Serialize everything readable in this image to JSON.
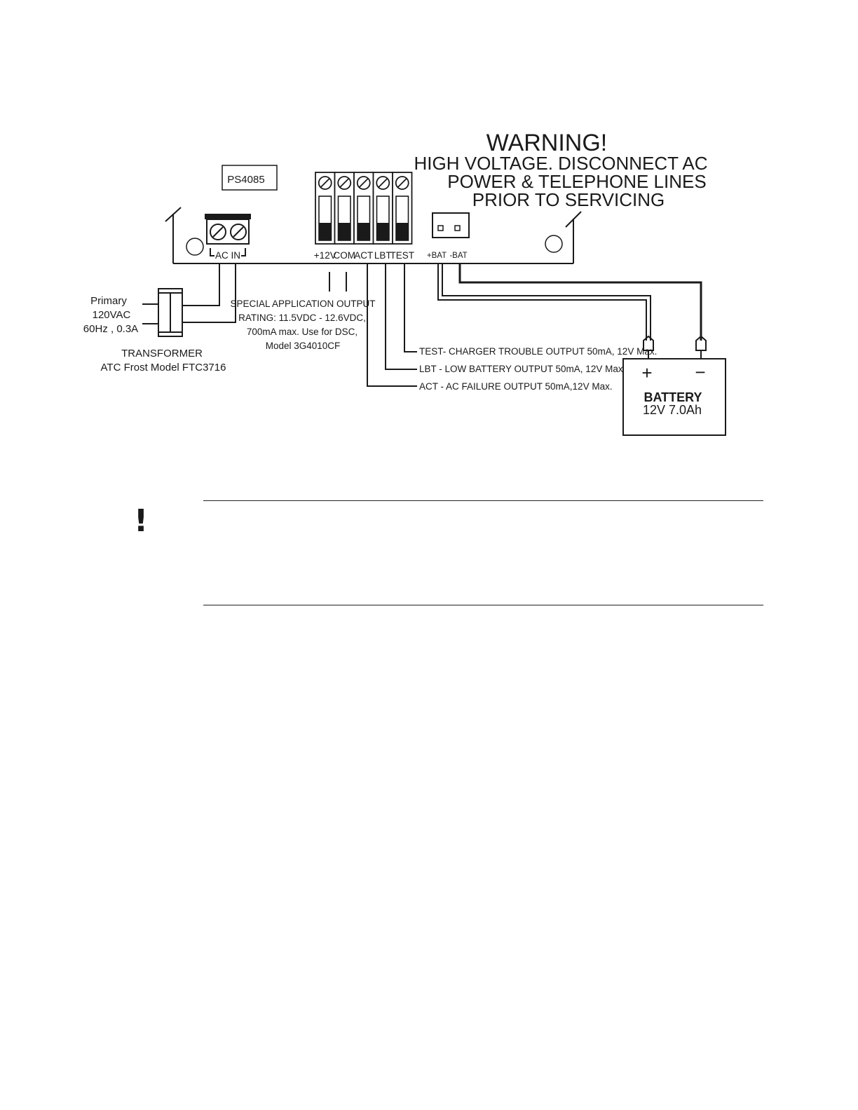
{
  "warning": {
    "title": "WARNING!",
    "line1": "HIGH VOLTAGE. DISCONNECT AC",
    "line2": "POWER & TELEPHONE LINES",
    "line3": "PRIOR TO SERVICING"
  },
  "board": {
    "model": "PS4085",
    "ac_in_label": "AC IN",
    "terminals": [
      "+12V",
      "COM",
      "ACT",
      "LBT",
      "TEST"
    ],
    "pos_bat": "+BAT",
    "neg_bat": "-BAT"
  },
  "transformer": {
    "primary": "Primary",
    "voltage": "120VAC",
    "freq": "60Hz , 0.3A",
    "name": "TRANSFORMER",
    "model": "ATC  Frost Model FTC3716"
  },
  "special_output": {
    "line1": "SPECIAL APPLICATION OUTPUT",
    "line2": "RATING: 11.5VDC - 12.6VDC,",
    "line3": "700mA max. Use for DSC,",
    "line4": "Model 3G4010CF"
  },
  "outputs": {
    "test": "TEST- CHARGER TROUBLE OUTPUT 50mA, 12V Max.",
    "lbt": "LBT - LOW BATTERY OUTPUT 50mA, 12V Max.",
    "act": "ACT - AC FAILURE OUTPUT 50mA,12V Max."
  },
  "battery": {
    "plus": "+",
    "minus": "−",
    "title": "BATTERY",
    "rating": "12V 7.0Ah"
  },
  "notice": {
    "icon": "exclamation-icon"
  }
}
